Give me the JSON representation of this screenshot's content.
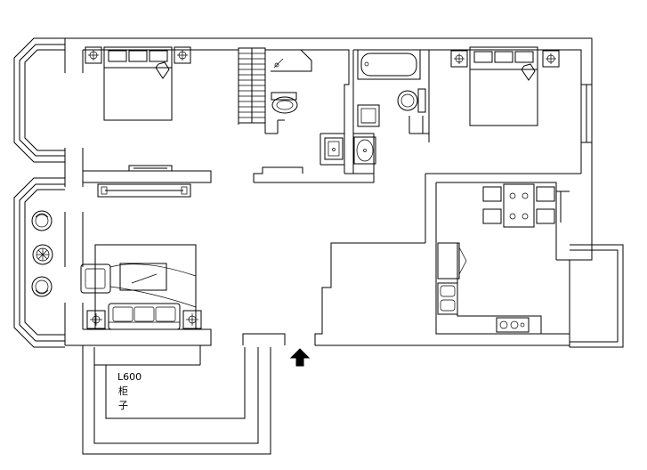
{
  "annotations": {
    "cabinet_size": "L600",
    "cabinet_name_1": "柜",
    "cabinet_name_2": "子"
  },
  "icons": {
    "entrance": "entrance-arrow-icon"
  }
}
